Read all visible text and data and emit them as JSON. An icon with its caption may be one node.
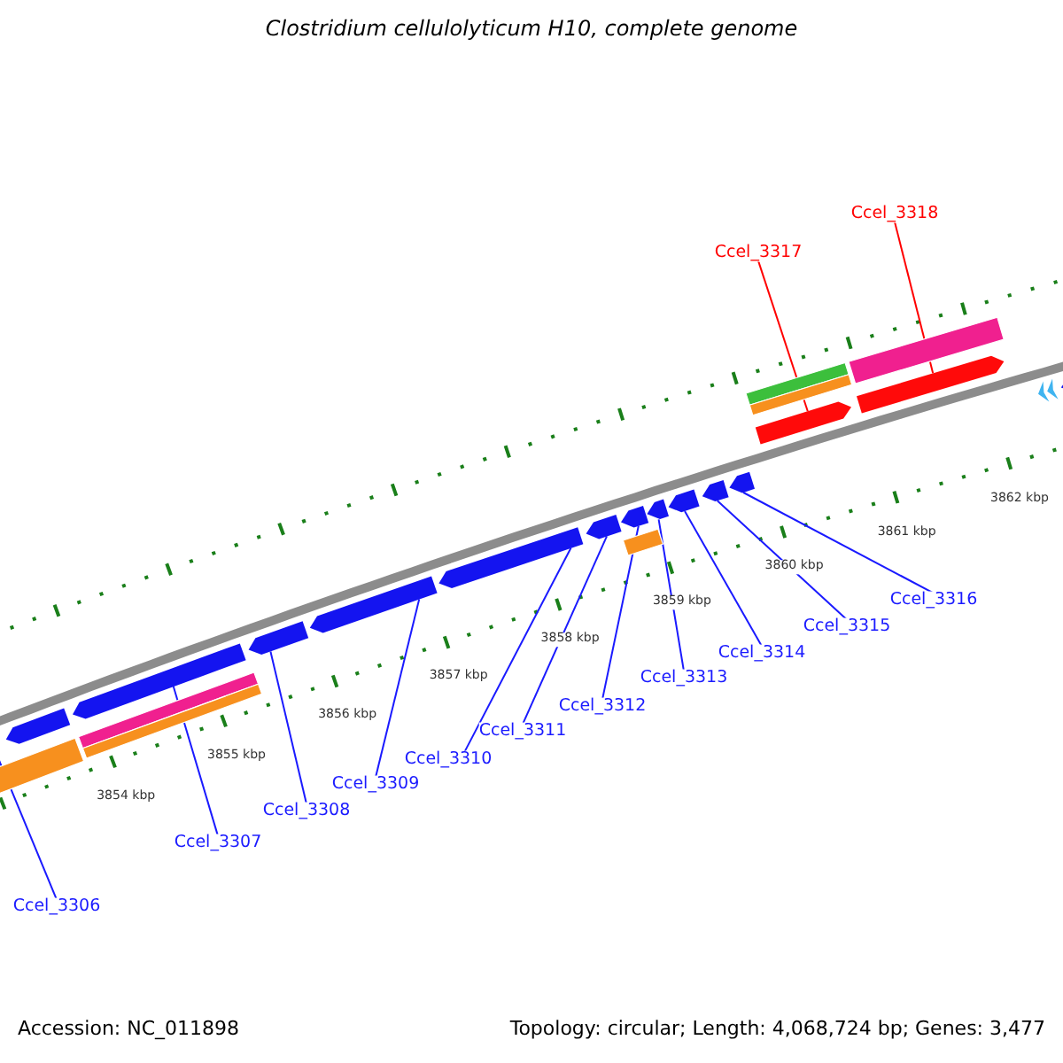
{
  "diagram": {
    "title": "Clostridium cellulolyticum H10, complete genome",
    "nodes": [
      {
        "text": [
          "Ccel_3306"
        ]
      },
      {
        "text": [
          "Ccel_3307"
        ]
      },
      {
        "text": [
          "Ccel_3308"
        ]
      },
      {
        "text": [
          "Ccel_3309"
        ]
      },
      {
        "text": [
          "Ccel_3310"
        ]
      },
      {
        "text": [
          "Ccel_3311"
        ]
      },
      {
        "text": [
          "Ccel_3312"
        ]
      },
      {
        "text": [
          "Ccel_3313"
        ]
      },
      {
        "text": [
          "Ccel_3314"
        ]
      },
      {
        "text": [
          "Ccel_3315"
        ]
      },
      {
        "text": [
          "Ccel_3316"
        ]
      },
      {
        "text": [
          "Ccel_3317"
        ]
      },
      {
        "text": [
          "Ccel_3318"
        ]
      },
      {
        "text": [],
        "shape": "arrow"
      },
      {
        "text": [],
        "shape": "arrow"
      },
      {
        "text": [],
        "shape": "arrow"
      },
      {
        "text": [],
        "shape": "arrow"
      },
      {
        "text": [],
        "shape": "arrow"
      },
      {
        "text": [],
        "shape": "arrow"
      },
      {
        "text": [],
        "shape": "arrow"
      },
      {
        "text": [],
        "shape": "arrow"
      },
      {
        "text": [],
        "shape": "arrow"
      },
      {
        "text": [],
        "shape": "arrow"
      },
      {
        "text": [],
        "shape": "arrow"
      },
      {
        "text": [],
        "shape": "arrow"
      },
      {
        "text": [],
        "shape": "arrow"
      },
      {
        "text": [],
        "shape": "bar"
      },
      {
        "text": [],
        "shape": "bar"
      },
      {
        "text": [],
        "shape": "bar"
      },
      {
        "text": [],
        "shape": "bar"
      },
      {
        "text": [],
        "shape": "bar"
      },
      {
        "text": [],
        "shape": "bar"
      },
      {
        "text": [],
        "shape": "bar"
      },
      {
        "text": [],
        "shape": "arrow"
      }
    ],
    "edges": [
      {
        "from": 0,
        "to": 13,
        "arrow": "none"
      },
      {
        "from": 1,
        "to": 14,
        "arrow": "none"
      },
      {
        "from": 2,
        "to": 15,
        "arrow": "none"
      },
      {
        "from": 3,
        "to": 16,
        "arrow": "none"
      },
      {
        "from": 4,
        "to": 17,
        "arrow": "none"
      },
      {
        "from": 5,
        "to": 18,
        "arrow": "none"
      },
      {
        "from": 6,
        "to": 19,
        "arrow": "none"
      },
      {
        "from": 7,
        "to": 20,
        "arrow": "none"
      },
      {
        "from": 8,
        "to": 21,
        "arrow": "none"
      },
      {
        "from": 9,
        "to": 22,
        "arrow": "none"
      },
      {
        "from": 10,
        "to": 23,
        "arrow": "none"
      },
      {
        "from": 11,
        "to": 24,
        "arrow": "none",
        "color": "#ff0000"
      },
      {
        "from": 12,
        "to": 25,
        "arrow": "none",
        "color": "#ff0000"
      }
    ],
    "labels": [
      "3854 kbp",
      "3855 kbp",
      "3856 kbp",
      "3857 kbp",
      "3858 kbp",
      "3859 kbp",
      "3860 kbp",
      "3861 kbp",
      "3862 kbp",
      "Accession: NC_011898",
      "Topology: circular; Length: 4,068,724 bp; Genes: 3,477"
    ]
  }
}
